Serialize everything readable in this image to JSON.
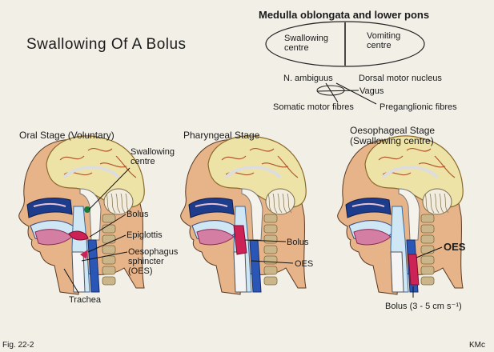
{
  "title": "Swallowing Of A  Bolus",
  "brain_region": "Medulla oblongata and lower pons",
  "oval": {
    "left": "Swallowing\ncentre",
    "right": "Vomiting\ncentre"
  },
  "nerves": {
    "n_ambiguus": "N. ambiguus",
    "dorsal_motor": "Dorsal motor nucleus",
    "vagus": "Vagus",
    "somatic": "Somatic motor fibres",
    "preganglionic": "Preganglionic fibres"
  },
  "stages": [
    {
      "title": "Oral Stage (Voluntary)",
      "labels": [
        "Swallowing\ncentre",
        "Bolus",
        "Epiglottis",
        "Oesophagus\nsphincter\n(OES)",
        "Trachea"
      ]
    },
    {
      "title": "Pharyngeal Stage",
      "labels": [
        "Bolus",
        "OES"
      ]
    },
    {
      "title": "Oesophageal Stage\n(Swallowing centre)",
      "labels": [
        "OES",
        "Bolus (3 - 5 cm s⁻¹)"
      ]
    }
  ],
  "figure_number": "Fig. 22-2",
  "credit": "KMc",
  "colors": {
    "background": "#f2efe7",
    "skin": "#e7b48a",
    "brain": "#eee3a6",
    "bolus": "#cc2255",
    "airway": "#cfe6f5",
    "nasal": "#1e3c8c",
    "oesophagus": "#2a56b5",
    "vertebra": "#cbb58a"
  }
}
